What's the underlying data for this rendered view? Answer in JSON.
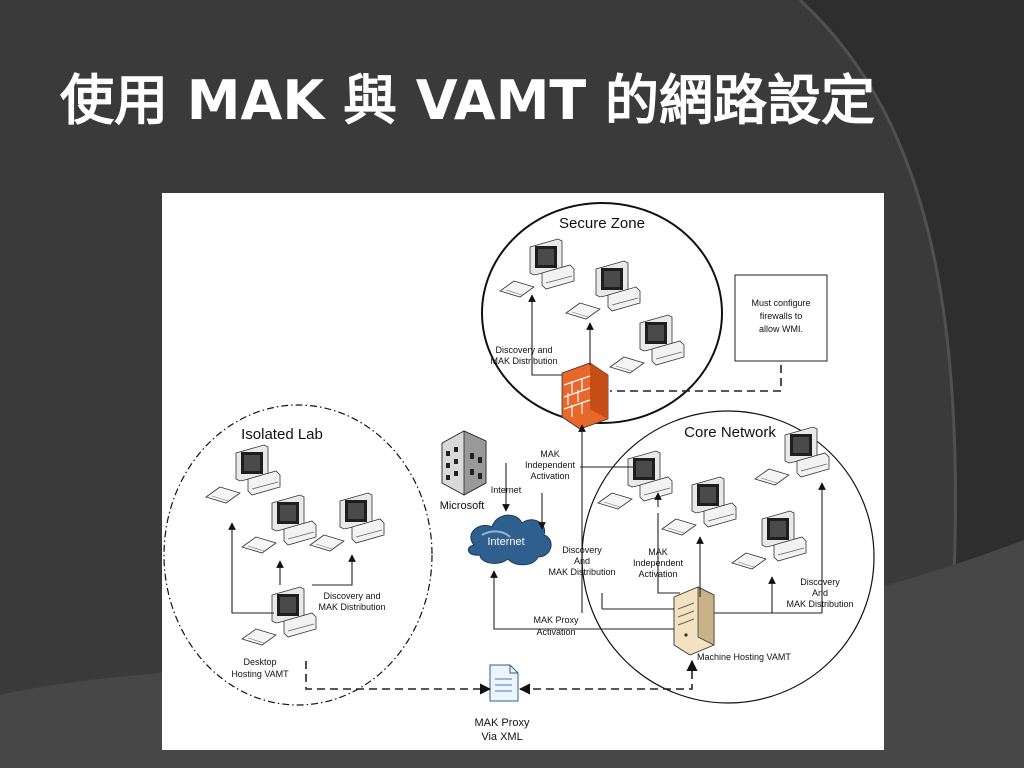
{
  "slide": {
    "title": "使用 MAK 與 VAMT 的網路設定"
  },
  "diagram": {
    "zones": {
      "secure": "Secure Zone",
      "isolated": "Isolated Lab",
      "core": "Core Network"
    },
    "note": [
      "Must configure",
      "firewalls to",
      "allow WMI."
    ],
    "nodes": {
      "microsoft": "Microsoft",
      "internet": "Internet",
      "vamt_host": "Machine Hosting VAMT",
      "desktop_host": [
        "Desktop",
        "Hosting VAMT"
      ],
      "mak_proxy_file": [
        "MAK Proxy",
        "Via XML"
      ]
    },
    "labels": {
      "secure_discovery": [
        "Discovery and",
        "MAK Distribution"
      ],
      "mak_independent_top": [
        "MAK",
        "Independent",
        "Activation"
      ],
      "internet_link": "Internet",
      "center_discovery": [
        "Discovery",
        "And",
        "MAK Distribution"
      ],
      "core_mak_independent": [
        "MAK",
        "Independent",
        "Activation"
      ],
      "core_discovery": [
        "Discovery",
        "And",
        "MAK Distribution"
      ],
      "isolated_discovery": [
        "Discovery and",
        "MAK Distribution"
      ],
      "mak_proxy_activation": [
        "MAK Proxy",
        "Activation"
      ]
    }
  }
}
